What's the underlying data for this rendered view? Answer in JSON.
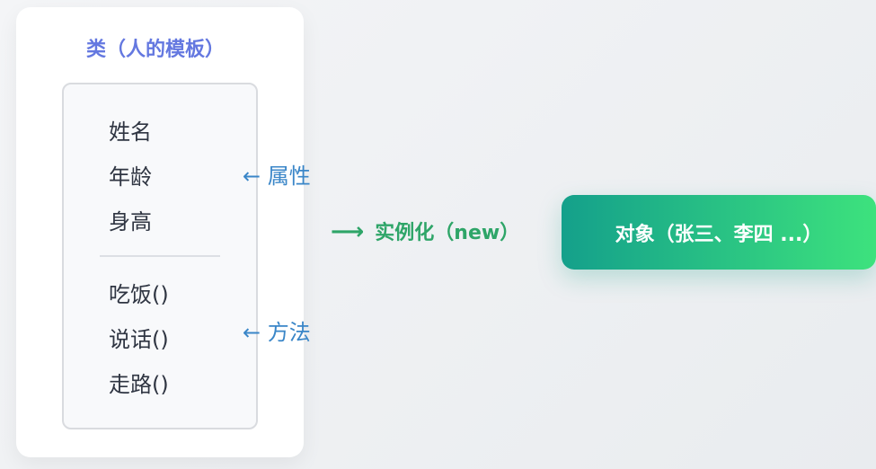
{
  "class_card": {
    "title": "类（人的模板）",
    "attributes": [
      "姓名",
      "年龄",
      "身高"
    ],
    "methods": [
      "吃饭()",
      "说话()",
      "走路()"
    ]
  },
  "annotations": {
    "attributes_label": "← 属性",
    "methods_label": "← 方法"
  },
  "instantiate": {
    "arrow": "⟶",
    "label": "实例化（new）"
  },
  "object_box": {
    "label": "对象（张三、李四 ...）"
  },
  "colors": {
    "title": "#6478e0",
    "annotation": "#3a86c8",
    "instantiate": "#2ea568",
    "object_gradient_start": "#14a08b",
    "object_gradient_end": "#3de27d"
  }
}
